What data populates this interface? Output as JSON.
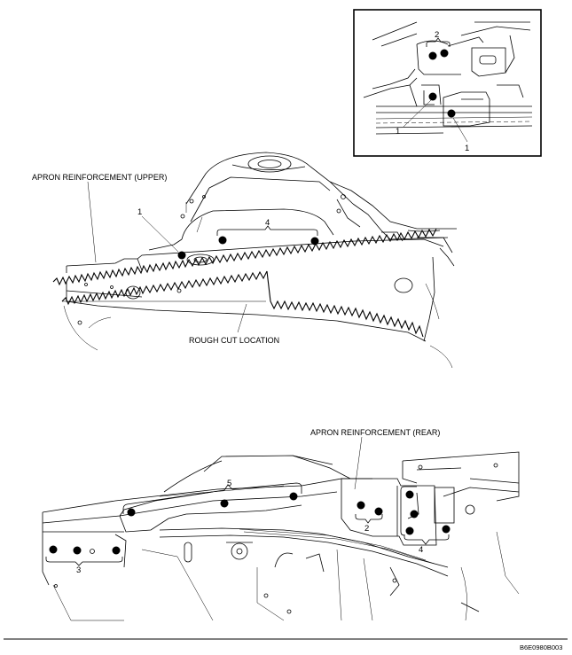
{
  "labels": {
    "apron_upper": "APRON REINFORCEMENT (UPPER)",
    "rough_cut": "ROUGH CUT LOCATION",
    "apron_rear": "APRON REINFORCEMENT (REAR)",
    "inset_callout_2": "2",
    "inset_callout_1a": "1",
    "inset_callout_1b": "1",
    "upper_callout_1": "1",
    "upper_callout_4": "4",
    "lower_callout_5": "5",
    "lower_callout_2": "2",
    "lower_callout_4": "4",
    "lower_callout_3": "3",
    "figure_code": "B6E0980B003"
  }
}
